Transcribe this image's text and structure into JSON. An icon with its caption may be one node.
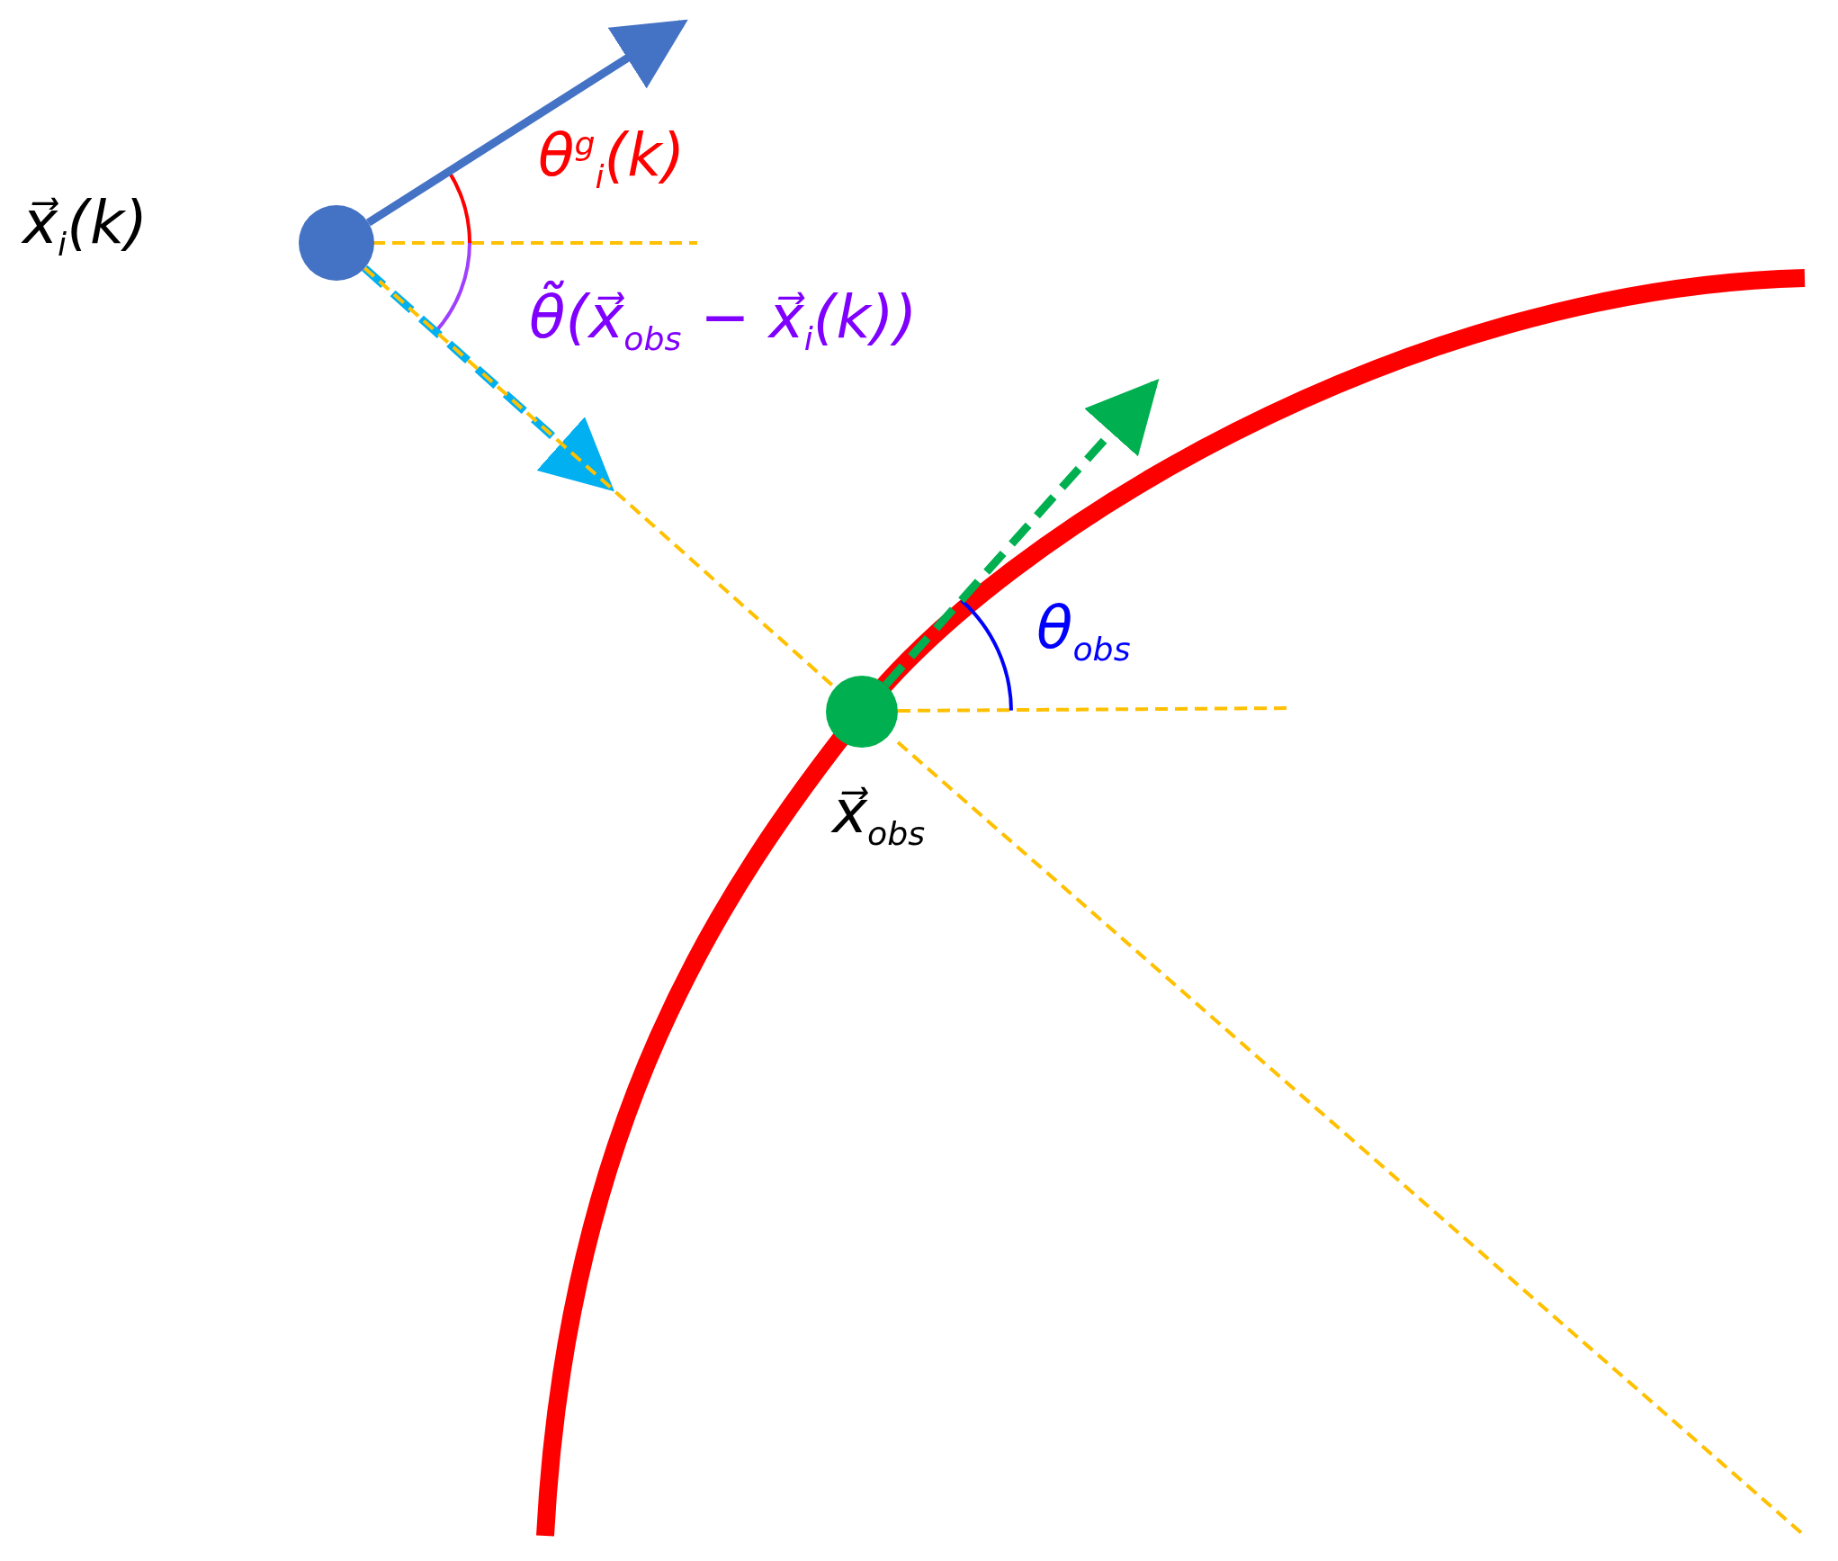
{
  "diagram": {
    "nodes": [
      {
        "text": [],
        "shape": "circle",
        "beside": [
          "x⃗$_{i}$(k)"
        ]
      },
      {
        "text": [],
        "shape": "circle",
        "beside": [
          "x⃗$_{obs}$"
        ]
      }
    ],
    "edges": [
      {
        "from": 0,
        "to": null,
        "arrow": "to",
        "color": "#4472c4"
      },
      {
        "from": 0,
        "to": null,
        "arrow": "to",
        "style": "dashed",
        "color": "#00b0f0"
      },
      {
        "from": 1,
        "to": null,
        "arrow": "to",
        "style": "dashed",
        "color": "#00b050"
      },
      {
        "from": 0,
        "to": 1,
        "arrow": "none",
        "style": "dashed",
        "color": "#ffc000"
      }
    ],
    "labels": [
      "θ$^{g}$$_{i}$(k)",
      "θ̃(x⃗$_{obs}$ − x⃗$_{i}$(k))",
      "θ$_{obs}$"
    ]
  }
}
